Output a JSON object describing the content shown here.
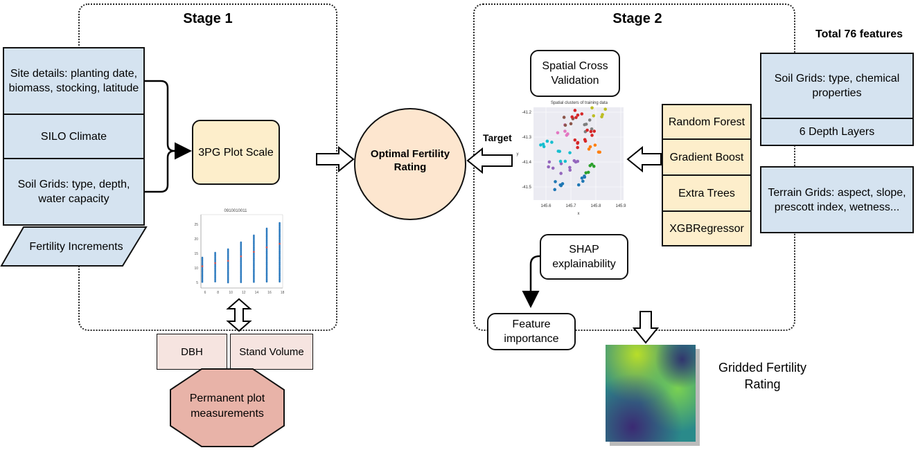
{
  "stage1": {
    "title": "Stage 1"
  },
  "stage2": {
    "title": "Stage 2"
  },
  "total_features": "Total 76 features",
  "inputs_left": {
    "site_details": "Site details: planting date, biomass, stocking, latitude",
    "silo_climate": "SILO Climate",
    "soil_grids_left": "Soil Grids: type, depth, water capacity",
    "fertility_increments": "Fertility Increments"
  },
  "plot_scale": "3PG Plot Scale",
  "optimal_rating": "Optimal Fertility Rating",
  "target_label": "Target",
  "measurements": {
    "dbh": "DBH",
    "stand_volume": "Stand Volume",
    "permanent_plot": "Permanent plot measurements"
  },
  "stage1_chart": {
    "title": "0910010011",
    "y_ticks": [
      "5",
      "10",
      "15",
      "20",
      "25"
    ],
    "x_ticks": [
      "6",
      "8",
      "10",
      "12",
      "14",
      "16",
      "18"
    ]
  },
  "spatial_cv": "Spatial Cross Validation",
  "scatter": {
    "title": "Spatial clusters of training data",
    "xlabel": "x",
    "ylabel": "y",
    "y_ticks": [
      "-41.2",
      "-41.3",
      "-41.4",
      "-41.5"
    ],
    "x_ticks": [
      "145.6",
      "145.7",
      "145.8",
      "145.9"
    ]
  },
  "models": [
    "Random Forest",
    "Gradient Boost",
    "Extra Trees",
    "XGBRegressor"
  ],
  "shap": "SHAP explainability",
  "feature_importance": "Feature importance",
  "soil_grids_right": "Soil Grids: type, chemical properties",
  "depth_layers": "6 Depth Layers",
  "terrain_grids": "Terrain Grids: aspect, slope, prescott index, wetness...",
  "gridded_rating": "Gridded Fertility Rating",
  "colors": {
    "input_blue": "#d5e3f0",
    "model_yellow": "#fdeecb",
    "circle_fill": "#fde6cf",
    "octagon_fill": "#e8b3a8",
    "measure_pink": "#f6e4e0",
    "dot_blue": "#2e7bbf"
  }
}
